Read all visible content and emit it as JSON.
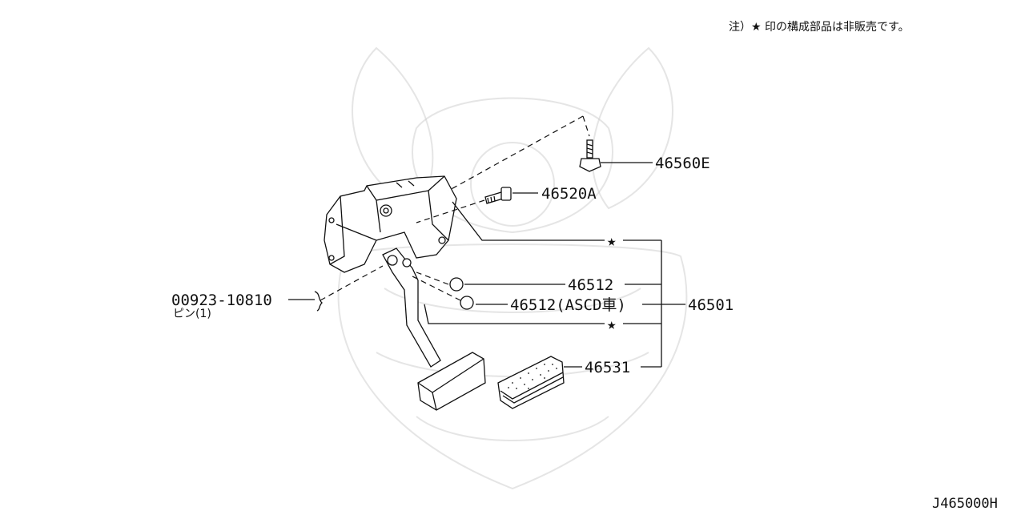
{
  "note": "注）★ 印の構成部品は非販売です。",
  "diagram_code": "J465000H",
  "callouts": {
    "bolt": "46560E",
    "pivot_bolt": "46520A",
    "stopper": "46512",
    "stopper_ascd": "46512(ASCD車)",
    "assembly": "46501",
    "pedal_pad": "46531",
    "pin": "00923-10810",
    "pin_name": "ピン(1)",
    "star_upper": "★",
    "star_lower": "★"
  },
  "icons": {
    "watermark": "samurai-helmet-watermark"
  }
}
